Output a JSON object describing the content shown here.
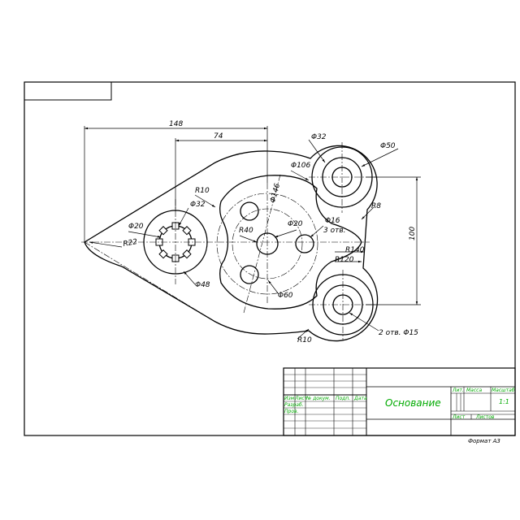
{
  "drawing": {
    "dimensions": {
      "d148": "148",
      "d74": "74",
      "phi32_top": "Φ32",
      "phi50": "Φ50",
      "phi106": "Φ106",
      "phi146": "Φ146",
      "r10_top": "R10",
      "phi32_left": "Φ32",
      "phi20_left": "Φ20",
      "r22": "R22",
      "r40": "R40",
      "phi20_center": "Φ20",
      "phi16": "Φ16",
      "holes3": "3 отв.",
      "r8": "R8",
      "d100": "100",
      "r140": "R140",
      "r120": "R120",
      "phi48": "Φ48",
      "phi60": "Φ60",
      "r10_bottom": "R10",
      "holes2": "2 отв. Φ15"
    },
    "title_block": {
      "col_izm": "Изм.",
      "col_list": "Лист",
      "col_doc": "№ докум.",
      "col_sign": "Подп.",
      "col_date": "Дата",
      "row_razrab": "Разраб.",
      "row_prov": "Пров.",
      "part_name": "Основание",
      "lit": "Лит.",
      "mass": "Масса",
      "scale_label": "Масштаб",
      "scale_value": "1:1",
      "sheet": "Лист",
      "sheets": "Листов"
    },
    "format_label": "Формат А3"
  }
}
